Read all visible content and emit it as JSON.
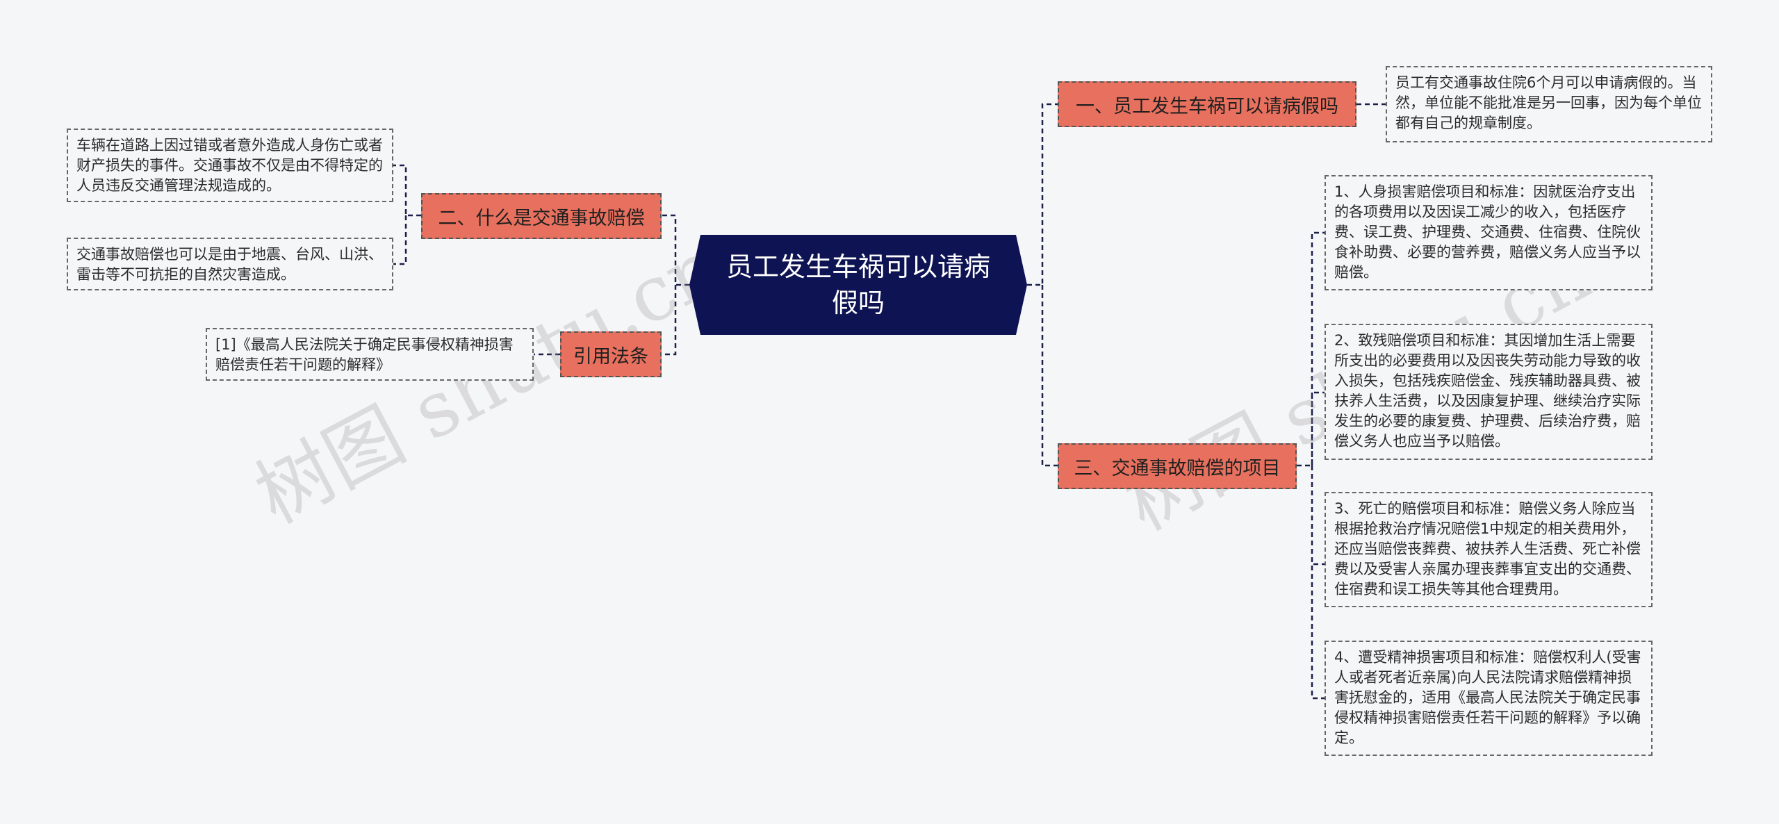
{
  "central": {
    "title": "员工发生车祸可以请病假吗"
  },
  "branches": {
    "right_1": {
      "label": "一、员工发生车祸可以请病假吗"
    },
    "right_3": {
      "label": "三、交通事故赔偿的项目"
    },
    "left_2": {
      "label": "二、什么是交通事故赔偿"
    },
    "left_cite": {
      "label": "引用法条"
    }
  },
  "leaves": {
    "r1_a": "员工有交通事故住院6个月可以申请病假的。当然，单位能不能批准是另一回事，因为每个单位都有自己的规章制度。",
    "r3_a": "1、人身损害赔偿项目和标准：因就医治疗支出的各项费用以及因误工减少的收入，包括医疗费、误工费、护理费、交通费、住宿费、住院伙食补助费、必要的营养费，赔偿义务人应当予以赔偿。",
    "r3_b": "2、致残赔偿项目和标准：其因增加生活上需要所支出的必要费用以及因丧失劳动能力导致的收入损失，包括残疾赔偿金、残疾辅助器具费、被扶养人生活费，以及因康复护理、继续治疗实际发生的必要的康复费、护理费、后续治疗费，赔偿义务人也应当予以赔偿。",
    "r3_c": "3、死亡的赔偿项目和标准：赔偿义务人除应当根据抢救治疗情况赔偿1中规定的相关费用外，还应当赔偿丧葬费、被扶养人生活费、死亡补偿费以及受害人亲属办理丧葬事宜支出的交通费、住宿费和误工损失等其他合理费用。",
    "r3_d": "4、遭受精神损害项目和标准：赔偿权利人(受害人或者死者近亲属)向人民法院请求赔偿精神损害抚慰金的，适用《最高人民法院关于确定民事侵权精神损害赔偿责任若干问题的解释》予以确定。",
    "l2_a": "车辆在道路上因过错或者意外造成人身伤亡或者财产损失的事件。交通事故不仅是由不得特定的人员违反交通管理法规造成的。",
    "l2_b": "交通事故赔偿也可以是由于地震、台风、山洪、雷击等不可抗拒的自然灾害造成。",
    "cite_a": "[1]《最高人民法院关于确定民事侵权精神损害赔偿责任若干问题的解释》"
  },
  "watermark": {
    "text_1": "树图 shutu.cn",
    "text_2": "树图 shutu.cn"
  },
  "colors": {
    "central_bg": "#0e1453",
    "branch_bg": "#e8705e",
    "line": "#1c1f4a",
    "background": "#f5f6f8"
  }
}
